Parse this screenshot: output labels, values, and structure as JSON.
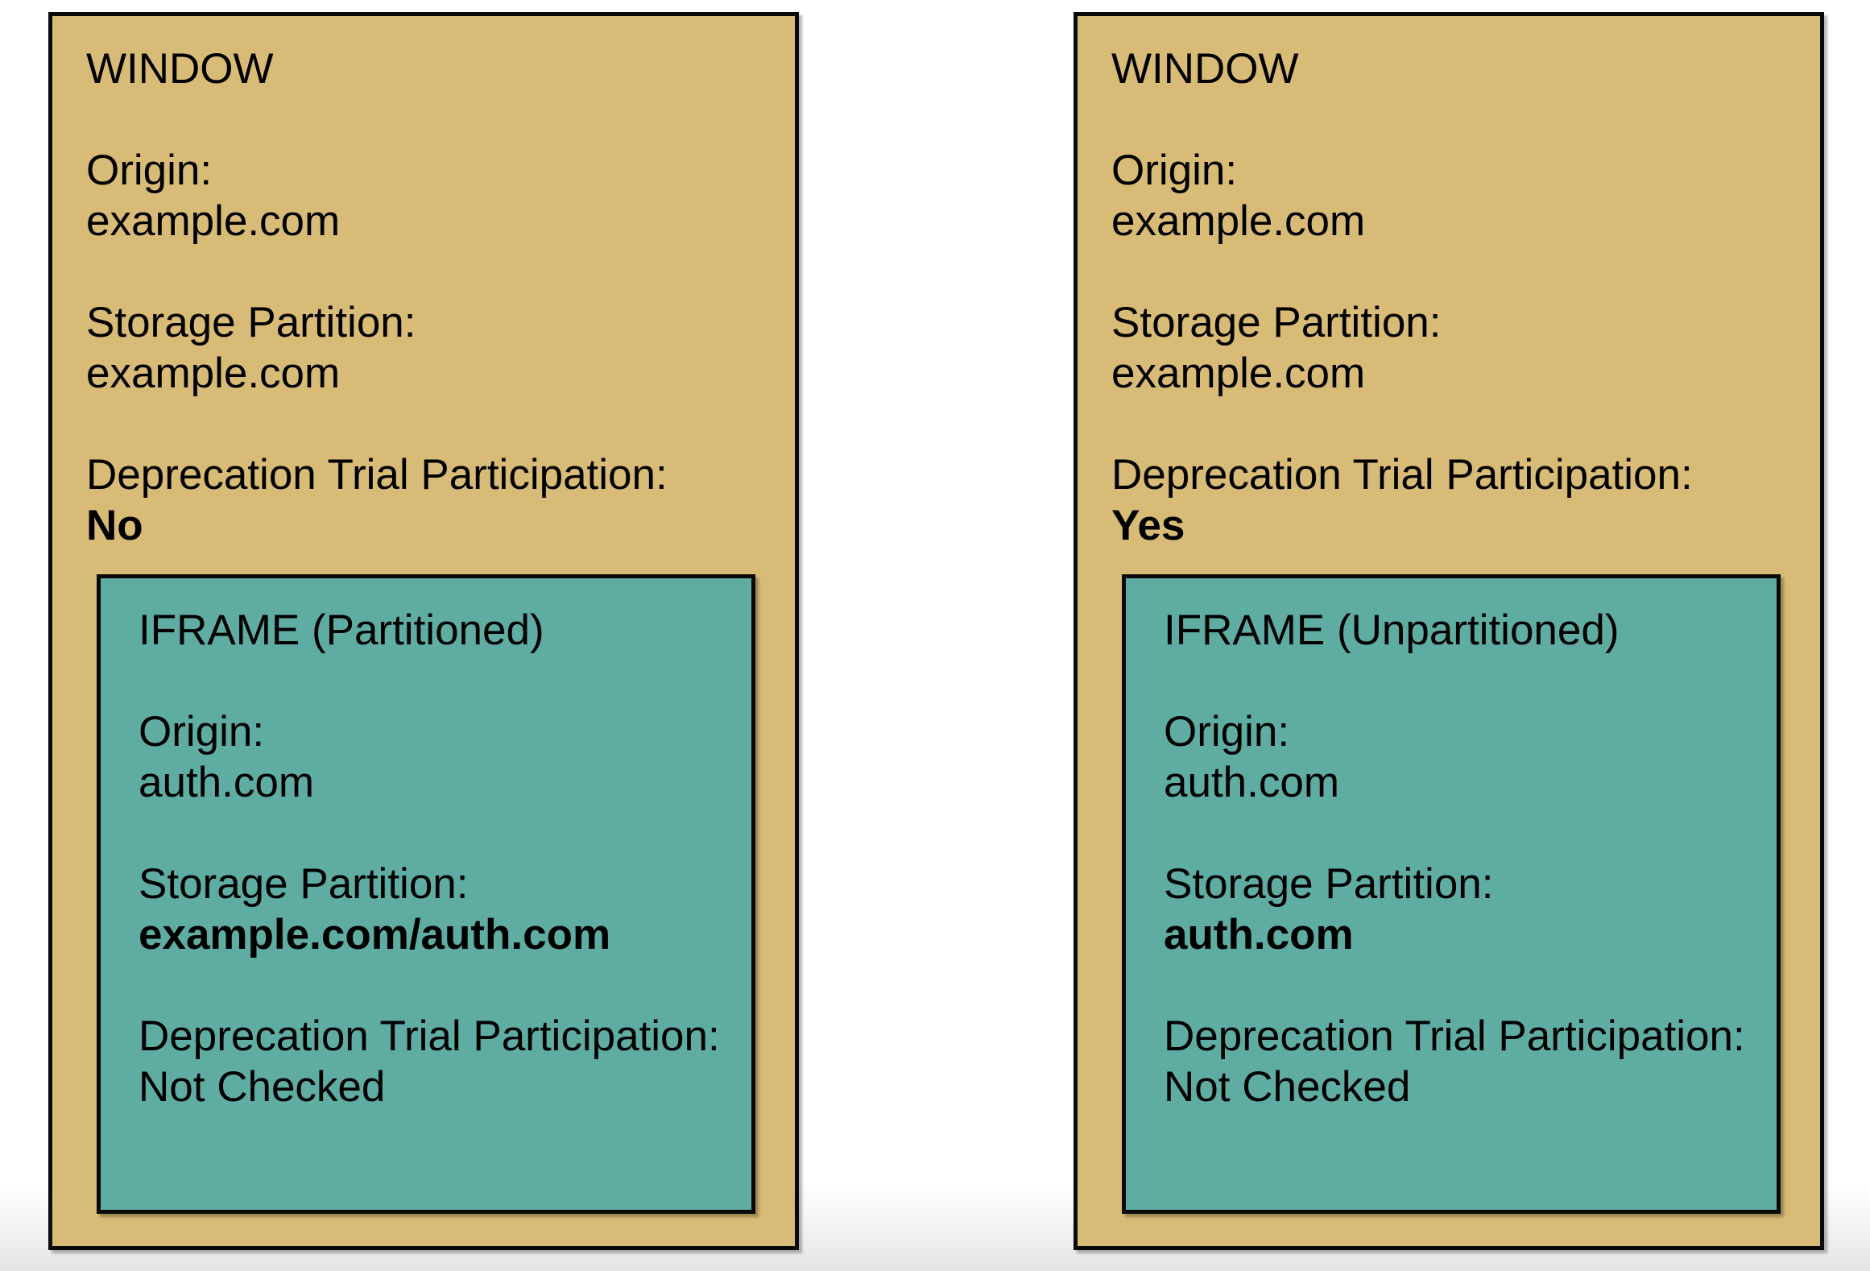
{
  "diagram": {
    "description": "Two side-by-side window/iframe storage partitioning diagrams",
    "colors": {
      "window_fill": "#D8BB76",
      "iframe_fill": "#5FACA3",
      "border": "#0a0a0a",
      "text": "#000000",
      "page_background": "#ffffff"
    },
    "windows": [
      {
        "title": "WINDOW",
        "fields": [
          {
            "label": "Origin:",
            "value": "example.com",
            "value_bold": false
          },
          {
            "label": "Storage Partition:",
            "value": "example.com",
            "value_bold": false
          },
          {
            "label": "Deprecation Trial Participation:",
            "value": "No",
            "value_bold": true
          }
        ],
        "iframe": {
          "title": "IFRAME (Partitioned)",
          "fields": [
            {
              "label": "Origin:",
              "value": "auth.com",
              "value_bold": false
            },
            {
              "label": "Storage Partition:",
              "value": "example.com/auth.com",
              "value_bold": true
            },
            {
              "label": "Deprecation Trial Participation:",
              "value": "Not Checked",
              "value_bold": false
            }
          ]
        }
      },
      {
        "title": "WINDOW",
        "fields": [
          {
            "label": "Origin:",
            "value": "example.com",
            "value_bold": false
          },
          {
            "label": "Storage Partition:",
            "value": "example.com",
            "value_bold": false
          },
          {
            "label": "Deprecation Trial Participation:",
            "value": "Yes",
            "value_bold": true
          }
        ],
        "iframe": {
          "title": "IFRAME (Unpartitioned)",
          "fields": [
            {
              "label": "Origin:",
              "value": "auth.com",
              "value_bold": false
            },
            {
              "label": "Storage Partition:",
              "value": "auth.com",
              "value_bold": true
            },
            {
              "label": "Deprecation Trial Participation:",
              "value": "Not Checked",
              "value_bold": false
            }
          ]
        }
      }
    ]
  }
}
